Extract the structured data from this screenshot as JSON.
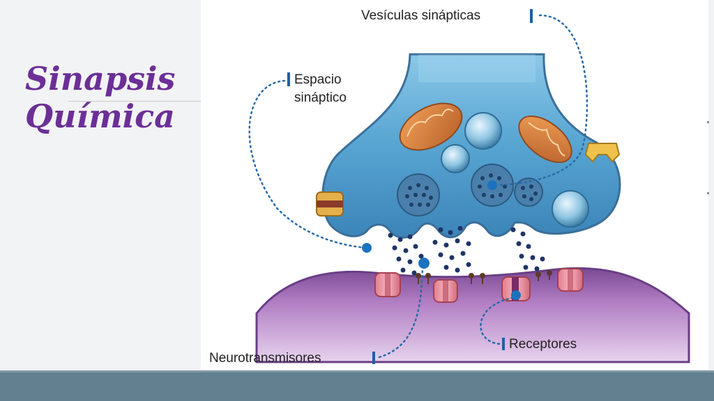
{
  "slide": {
    "title_line1": "Sinapsis",
    "title_line2": "Química"
  },
  "diagram": {
    "labels": {
      "vesiculas": "Vesículas sinápticas",
      "espacio_1": "Espacio",
      "espacio_2": "sináptico",
      "neurotransmisores": "Neurotransmisores",
      "receptores": "Receptores"
    }
  },
  "colors": {
    "title": "#6b2f96",
    "footer": "#62808f",
    "axon_terminal": "#5ea6d0",
    "postsynaptic": "#a46ab4",
    "mitochondria": "#d27a33",
    "label_marker": "#1f5fa8"
  }
}
